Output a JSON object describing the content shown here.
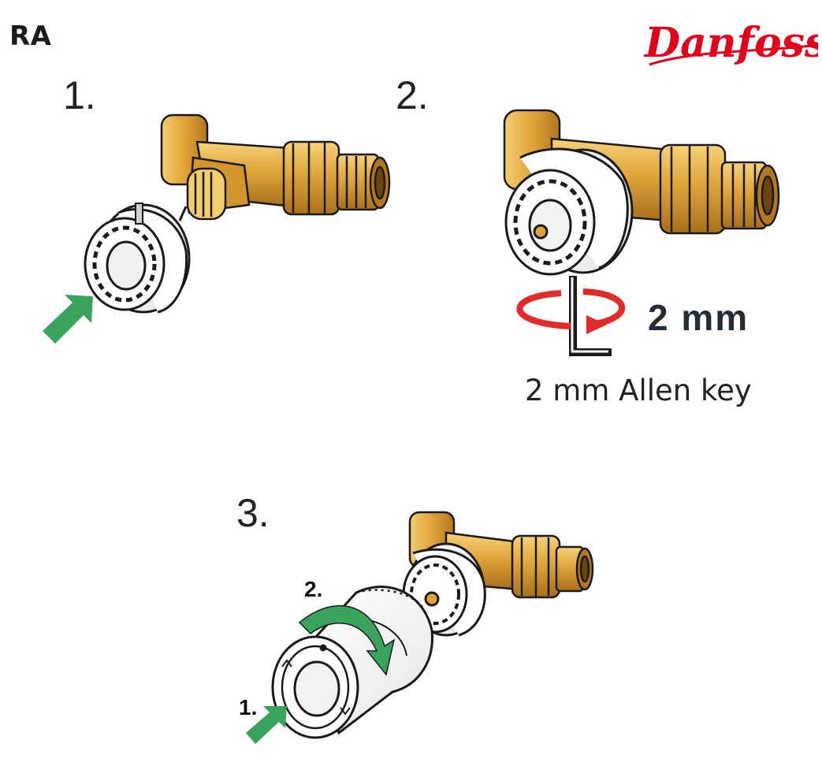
{
  "header": {
    "label": "RA"
  },
  "brand": {
    "logo_text": "Danfoss",
    "color": "#e2001a"
  },
  "steps": [
    {
      "number": "1."
    },
    {
      "number": "2.",
      "measure": "2 mm",
      "tool": "2 mm Allen key"
    },
    {
      "number": "3.",
      "sub_steps": [
        "1.",
        "2."
      ]
    }
  ],
  "colors": {
    "brass": "#e0a43a",
    "brass_light": "#f4cd6e",
    "brass_dark": "#8a5a12",
    "arrow_green": "#3aa35e",
    "arrow_red": "#e22b2b",
    "text_dark": "#222d36"
  },
  "icons": [
    "push-arrow-icon",
    "rotate-arrow-icon",
    "allen-key-icon",
    "valve-body-icon",
    "adapter-ring-icon",
    "thermostat-head-icon"
  ]
}
